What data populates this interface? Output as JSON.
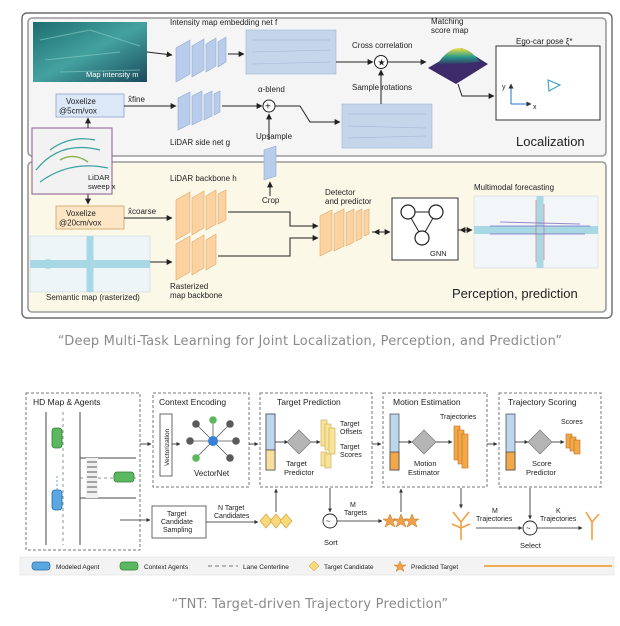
{
  "figure1": {
    "caption": "“Deep Multi-Task Learning for Joint Localization, Perception, and Prediction”",
    "map_intensity_label": "Map intensity m",
    "intensity_net_label": "Intensity map embedding net f",
    "cross_correlation_label": "Cross correlation",
    "matching_score_label": "Matching score map",
    "ego_pose_label": "Ego-car pose ξ*",
    "axis_y": "y",
    "axis_x": "x",
    "voxelize_fine": "Voxelize @5cm/vox",
    "x_fine": "x̂fine",
    "alpha_blend": "α-blend",
    "sample_rotations": "Sample rotations",
    "lidar_side_net": "LiDAR side net g",
    "upsample": "Upsample",
    "localization": "Localization",
    "lidar_sweep": "LiDAR sweep x",
    "lidar_backbone": "LiDAR backbone h",
    "crop": "Crop",
    "detector_predictor_1": "Detector",
    "detector_predictor_2": "and predictor",
    "multimodal_forecasting": "Multimodal forecasting",
    "voxelize_coarse": "Voxelize @20cm/vox",
    "x_coarse": "x̂coarse",
    "gnn": "GNN",
    "rasterized_1": "Rasterized",
    "rasterized_2": "map backbone",
    "semantic_map": "Semantic map (rasterized)",
    "perception_prediction": "Perception, prediction"
  },
  "figure2": {
    "caption": "“TNT: Target-driven Trajectory Prediction”",
    "hd_map": "HD Map & Agents",
    "context_encoding": "Context Encoding",
    "vectorization": "Vectorization",
    "vectornet": "VectorNet",
    "target_prediction": "Target Prediction",
    "target_offsets_1": "Target",
    "target_offsets_2": "Offsets",
    "target_scores_1": "Target",
    "target_scores_2": "Scores",
    "target_predictor_1": "Target",
    "target_predictor_2": "Predictor",
    "motion_estimation": "Motion Estimation",
    "trajectories": "Trajectories",
    "motion_estimator_1": "Motion",
    "motion_estimator_2": "Estimator",
    "trajectory_scoring": "Trajectory Scoring",
    "scores": "Scores",
    "score_predictor_1": "Score",
    "score_predictor_2": "Predictor",
    "sampling_1": "Target",
    "sampling_2": "Candidate",
    "sampling_3": "Sampling",
    "n_targets_1": "N Target",
    "n_targets_2": "Candidates",
    "m_targets_1": "M",
    "m_targets_2": "Targets",
    "sort": "Sort",
    "m_traj_1": "M",
    "m_traj_2": "Trajectories",
    "k_traj_1": "K",
    "k_traj_2": "Trajectories",
    "select": "Select",
    "legend": [
      "Modeled Agent",
      "Context Agents",
      "Lane Centerline",
      "Target Candidate",
      "Predicted Target"
    ]
  }
}
